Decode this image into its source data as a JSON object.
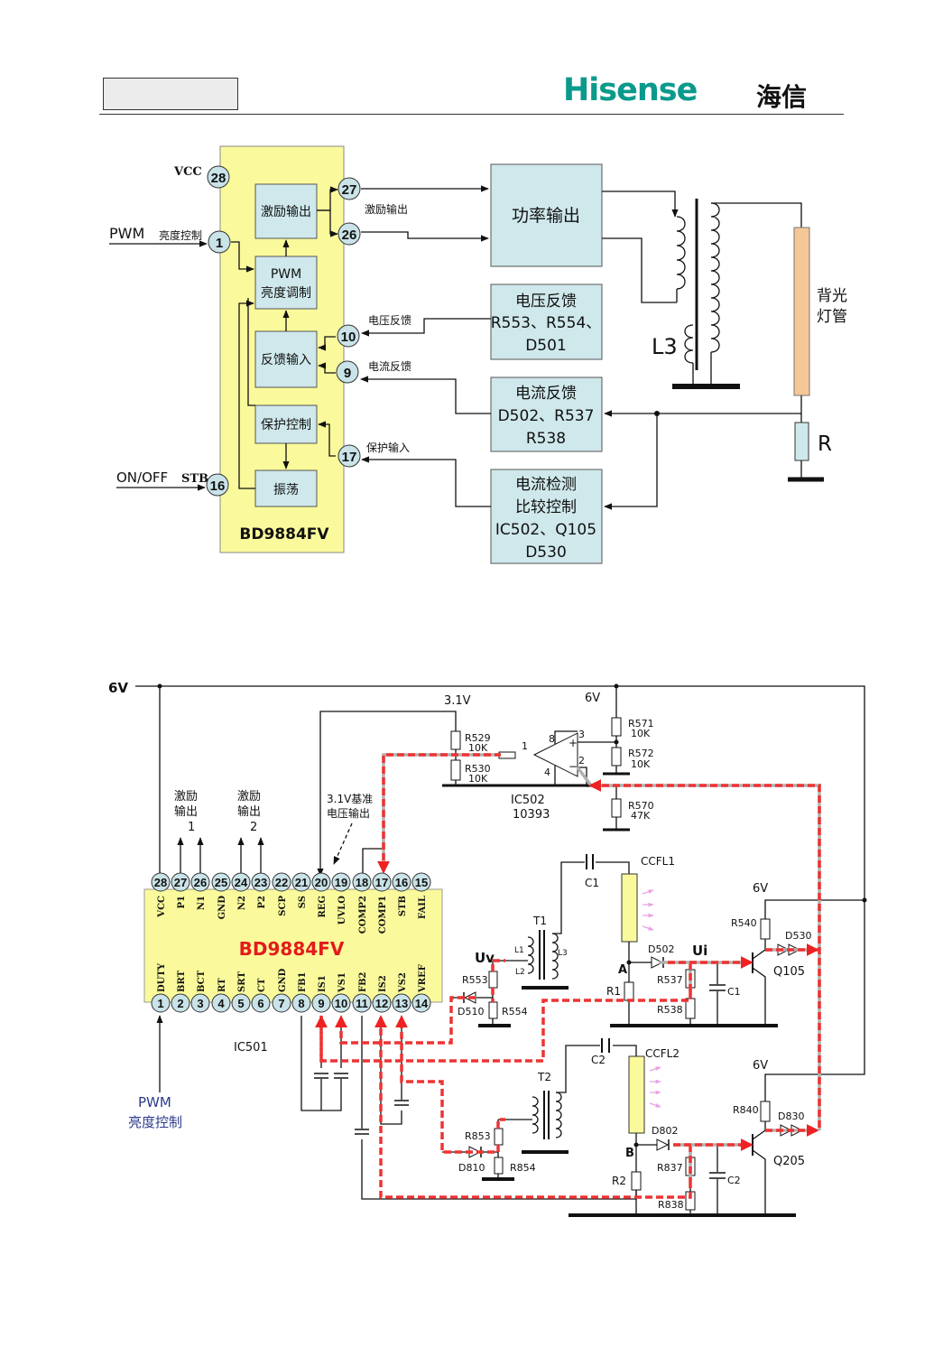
{
  "header": {
    "brand_en": "Hisense",
    "brand_cn": "海信"
  },
  "block_diagram": {
    "chip_name": "BD9884FV",
    "pins": [
      {
        "num": "28",
        "label": "VCC"
      },
      {
        "num": "1",
        "label": "PWM"
      },
      {
        "num": "27"
      },
      {
        "num": "26"
      },
      {
        "num": "10"
      },
      {
        "num": "9"
      },
      {
        "num": "17"
      },
      {
        "num": "16",
        "label": "STB"
      }
    ],
    "pin1_note": "亮度控制",
    "onoff_label": "ON/OFF",
    "inner_blocks": {
      "excite": "激励输出",
      "pwm_line1": "PWM",
      "pwm_line2": "亮度调制",
      "feedback": "反馈输入",
      "protect": "保护控制",
      "osc": "振荡"
    },
    "signal_labels": {
      "excite_out": "激励输出",
      "voltage_fb": "电压反馈",
      "current_fb": "电流反馈",
      "protect_in": "保护输入"
    },
    "right_blocks": {
      "power_out": "功率输出",
      "vfb_l1": "电压反馈",
      "vfb_l2": "R553、R554、",
      "vfb_l3": "D501",
      "ifb_l1": "电流反馈",
      "ifb_l2": "D502、R537",
      "ifb_l3": "R538",
      "det_l1": "电流检测",
      "det_l2": "比较控制",
      "det_l3": "IC502、Q105",
      "det_l4": "D530"
    },
    "transformer_label": "L3",
    "lamp_l1": "背光",
    "lamp_l2": "灯管",
    "resistor_label": "R"
  },
  "schematic": {
    "supply_6v": "6V",
    "ref_31v": "3.1V",
    "ic502_name": "IC502",
    "ic502_part": "10393",
    "opamp_pins": {
      "p8": "8",
      "p1": "1",
      "p3": "3",
      "p2": "2",
      "p4": "4",
      "plus": "+",
      "minus": "−"
    },
    "resistors": {
      "r529": "R529",
      "r529v": "10K",
      "r530": "R530",
      "r530v": "10K",
      "r571": "R571",
      "r571v": "10K",
      "r572": "R572",
      "r572v": "10K",
      "r570": "R570",
      "r570v": "47K"
    },
    "ref_note_l1": "3.1V基准",
    "ref_note_l2": "电压输出",
    "excite1_l1": "激励",
    "excite1_l2": "输出",
    "excite1_l3": "1",
    "excite2_l1": "激励",
    "excite2_l2": "输出",
    "excite2_l3": "2",
    "ic501_title": "BD9884FV",
    "ic501_name": "IC501",
    "top_pins": [
      {
        "num": "28",
        "name": "VCC"
      },
      {
        "num": "27",
        "name": "P1"
      },
      {
        "num": "26",
        "name": "N1"
      },
      {
        "num": "25",
        "name": "GND"
      },
      {
        "num": "24",
        "name": "N2"
      },
      {
        "num": "23",
        "name": "P2"
      },
      {
        "num": "22",
        "name": "SCP"
      },
      {
        "num": "21",
        "name": "SS"
      },
      {
        "num": "20",
        "name": "REG"
      },
      {
        "num": "19",
        "name": "UVLO"
      },
      {
        "num": "18",
        "name": "COMP2"
      },
      {
        "num": "17",
        "name": "COMP1"
      },
      {
        "num": "16",
        "name": "STB"
      },
      {
        "num": "15",
        "name": "FAIL"
      }
    ],
    "bottom_pins": [
      {
        "num": "1",
        "name": "DUTY"
      },
      {
        "num": "2",
        "name": "BRT"
      },
      {
        "num": "3",
        "name": "BCT"
      },
      {
        "num": "4",
        "name": "RT"
      },
      {
        "num": "5",
        "name": "SRT"
      },
      {
        "num": "6",
        "name": "CT"
      },
      {
        "num": "7",
        "name": "GND"
      },
      {
        "num": "8",
        "name": "FB1"
      },
      {
        "num": "9",
        "name": "IS1"
      },
      {
        "num": "10",
        "name": "VS1"
      },
      {
        "num": "11",
        "name": "FB2"
      },
      {
        "num": "12",
        "name": "IS2"
      },
      {
        "num": "13",
        "name": "VS2"
      },
      {
        "num": "14",
        "name": "VREF"
      }
    ],
    "pwm_l1": "PWM",
    "pwm_l2": "亮度控制",
    "ch1": {
      "uv": "Uv",
      "ui": "Ui",
      "t": "T1",
      "l1": "L1",
      "l2": "L2",
      "l3": "L3",
      "c": "C1",
      "ccfl": "CCFL1",
      "node": "A",
      "r1": "R1",
      "d502": "D502",
      "r537": "R537",
      "r538": "R538",
      "c1b": "C1",
      "r553": "R553",
      "d510": "D510",
      "r554": "R554",
      "r540": "R540",
      "d530": "D530",
      "q": "Q105",
      "v6": "6V"
    },
    "ch2": {
      "t": "T2",
      "c": "C2",
      "ccfl": "CCFL2",
      "node": "B",
      "r2": "R2",
      "d802": "D802",
      "r837": "R837",
      "r838": "R838",
      "c2b": "C2",
      "r853": "R853",
      "d810": "D810",
      "r854": "R854",
      "r840": "R840",
      "d830": "D830",
      "q": "Q205",
      "v6": "6V"
    }
  }
}
